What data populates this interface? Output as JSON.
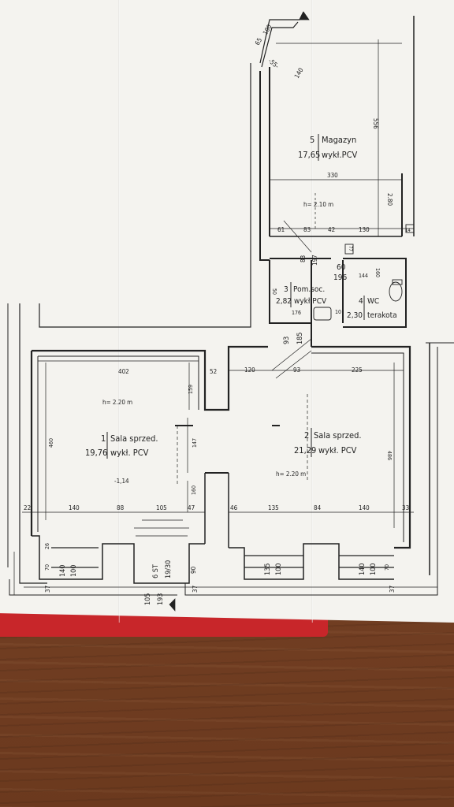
{
  "rooms": [
    {
      "num": "5",
      "name": "Magazyn",
      "area": "17,65",
      "floor": "wykł.PCV",
      "height": "h= 2.10 m"
    },
    {
      "num": "3",
      "name": "Pom.soc.",
      "area": "2,82",
      "floor": "wykł.PCV"
    },
    {
      "num": "4",
      "name": "WC",
      "area": "2,30",
      "floor": "terakota"
    },
    {
      "num": "1",
      "name": "Sala sprzed.",
      "area": "19,76",
      "floor": "wykł. PCV",
      "height": "h= 2.20 m"
    },
    {
      "num": "2",
      "name": "Sala sprzed.",
      "area": "21,29",
      "floor": "wykł. PCV",
      "height": "h= 2.20 m"
    }
  ],
  "dimensions": {
    "top_100": "100",
    "top_65": "65",
    "top_55": "-55-",
    "top_140": "140",
    "mag_556": "556",
    "mag_330": "330",
    "mag_280": "2.80",
    "mag_61": "61",
    "mag_83": "83",
    "mag_42": "42",
    "mag_130": "130",
    "mag_14": "14",
    "mag_77": "77",
    "soc_83": "83",
    "soc_197": "197",
    "soc_60": "60",
    "soc_196": "196",
    "soc_144": "144",
    "soc_160": "160",
    "soc_50": "50",
    "soc_176": "176",
    "soc_10": "10",
    "hall_93": "93",
    "hall_185": "185",
    "s1_402": "402",
    "s1_52": "52",
    "s1_159": "159",
    "s1_460": "460",
    "s1_147": "147",
    "s1_160": "160",
    "s1_level": "-1,14",
    "s2_120": "120",
    "s2_93": "93",
    "s2_225": "225",
    "s2_486": "486",
    "b_22": "22",
    "b_140a": "140",
    "b_88": "88",
    "b_105": "105",
    "b_47": "47",
    "b_46": "46",
    "b_135": "135",
    "b_84": "84",
    "b_140b": "140",
    "b_33": "33",
    "w_26": "26",
    "w_70a": "70",
    "w_140a": "140",
    "w_100a": "100",
    "st_6": "6 ST",
    "st_1930": "19/30",
    "st_90": "90",
    "w_135": "135",
    "w_100b": "100",
    "w_140b": "140",
    "w_100c": "100",
    "w_70b": "70",
    "st_105": "105",
    "st_193": "193",
    "b_37a": "37",
    "b_37b": "37",
    "b_37c": "37"
  },
  "colors": {
    "ink": "#222222",
    "paper": "#f4f3ef",
    "folder": "#c8262a",
    "table": "#6f3d22"
  }
}
